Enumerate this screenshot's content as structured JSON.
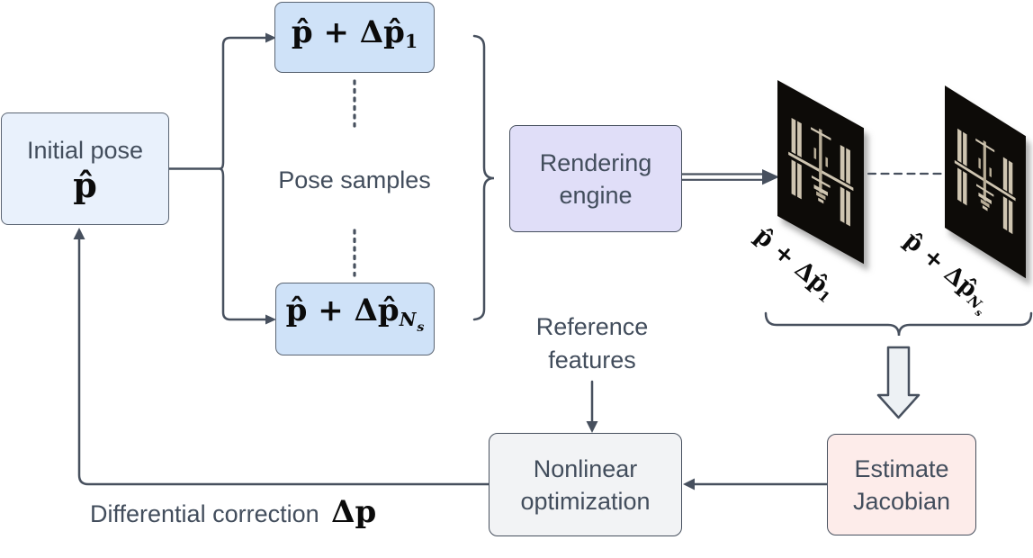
{
  "colors": {
    "line": "#47505e",
    "text": "#424d5c",
    "math_text": "#0b0b0b",
    "initial_fill": "#e9f1fc",
    "pose_fill": "#cfe2f8",
    "pose_border": "#5b6573",
    "render_fill": "#e0def8",
    "jacobian_fill": "#fdecea",
    "optimization_fill": "#f2f3f5",
    "panel_bg": "#0d0b08",
    "iss_main": "#cfc5b1",
    "iss_dim": "#b7ac96",
    "block_arrow_fill": "#edf1f4"
  },
  "boxes": {
    "initial_pose": {
      "title": "Initial pose",
      "math": "p̂"
    },
    "pose_sample_1": {
      "math": "p̂ + Δp̂",
      "sub": "1"
    },
    "pose_sample_n": {
      "math": "p̂ + Δp̂",
      "sub": "N",
      "subsub": "s"
    },
    "rendering_engine": {
      "line1": "Rendering",
      "line2": "engine"
    },
    "estimate_jacobian": {
      "line1": "Estimate",
      "line2": "Jacobian"
    },
    "nonlinear_optimization": {
      "line1": "Nonlinear",
      "line2": "optimization"
    }
  },
  "labels": {
    "pose_samples": "Pose samples",
    "reference_features": {
      "line1": "Reference",
      "line2": "features"
    },
    "differential_correction": {
      "text": "Differential correction",
      "math": "Δp"
    },
    "rendered_image_1": {
      "math": "p̂ + Δp̂",
      "sub": "1"
    },
    "rendered_image_n": {
      "math": "p̂ + Δp̂",
      "sub": "N",
      "subsub": "s"
    }
  }
}
